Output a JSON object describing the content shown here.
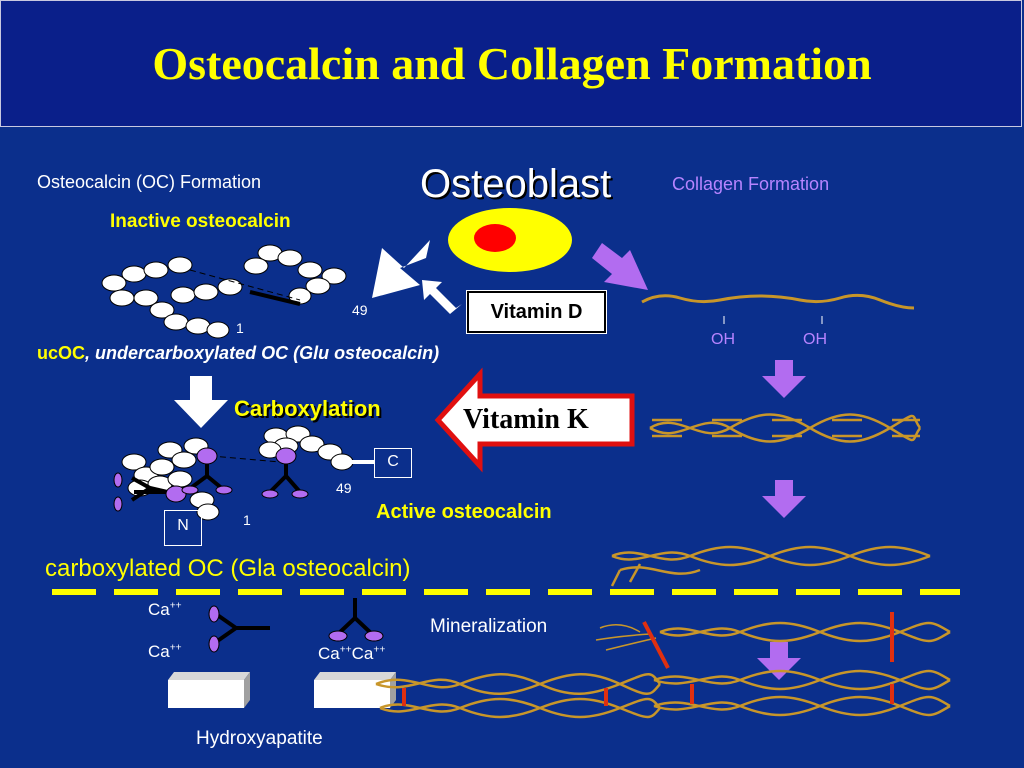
{
  "title": "Osteocalcin and Collagen Formation",
  "labels": {
    "oc_formation": "Osteocalcin (OC) Formation",
    "osteoblast": "Osteoblast",
    "collagen_formation": "Collagen Formation",
    "inactive_osteocalcin": "Inactive osteocalcin",
    "residue_49_top": "49",
    "residue_1_top": "1",
    "vitamin_d": "Vitamin D",
    "oh_1": "OH",
    "oh_2": "OH",
    "ucoc_bold": "ucOC",
    "ucoc_rest": ", undercarboxylated OC (Glu osteocalcin)",
    "carboxylation": "Carboxylation",
    "vitamin_k": "Vitamin K",
    "c_terminal": "C",
    "n_terminal": "N",
    "residue_49_bottom": "49",
    "residue_1_bottom": "1",
    "active_osteocalcin": "Active osteocalcin",
    "gla_oc": "carboxylated OC (Gla osteocalcin)",
    "ca_1": "Ca",
    "ca_2": "Ca",
    "ca_3": "Ca",
    "ca_4": "Ca",
    "ca_charge": "++",
    "mineralization": "Mineralization",
    "hydroxyapatite": "Hydroxyapatite"
  },
  "colors": {
    "background": "#0b2f8c",
    "title": "#ffff00",
    "arrow_white": "#ffffff",
    "arrow_violet": "#b26cf0",
    "vitamin_k_arrow": "#e01010",
    "collagen": "#c8962a",
    "crosslink": "#e03010",
    "dashes": "#ffff00"
  }
}
